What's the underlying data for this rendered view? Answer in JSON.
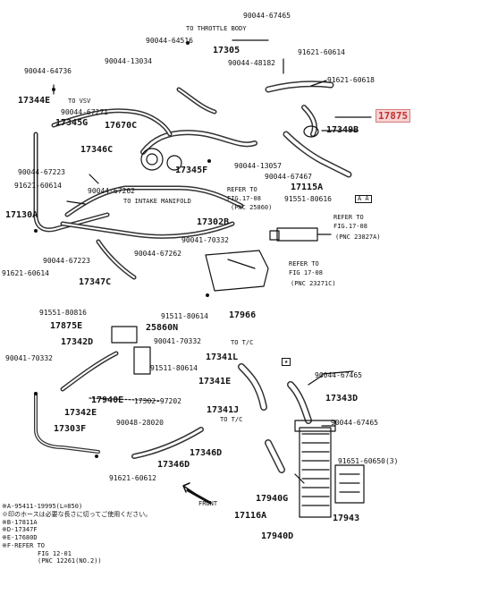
{
  "highlight_part": "17875",
  "parts": {
    "p90044_67465_top": "90044-67465",
    "to_throttle_body": "TO THROTTLE BODY",
    "p90044_64516": "90044-64516",
    "p17305": "17305",
    "p90044_13034": "90044-13034",
    "p90044_48182": "90044-48182",
    "p91621_60614_tr": "91621-60614",
    "p90044_64736": "90044-64736",
    "p91621_60618": "91621-60618",
    "p17344e": "17344E",
    "to_vsv": "TO VSV",
    "p90044_67271": "90044-67271",
    "p17345g": "17345G",
    "p17670c": "17670C",
    "p17875": "17875",
    "p17349b": "17349B",
    "p17346c": "17346C",
    "p17345f": "17345F",
    "p90044_13057": "90044-13057",
    "p90044_67467": "90044-67467",
    "p90044_67223a": "90044-67223",
    "p17115a": "17115A",
    "p91621_60614_l": "91621-60614",
    "p90044_67262a": "90044-67262",
    "refer_1708a": "REFER TO",
    "fig_1708a": "FIG.17-08",
    "pnc_25860": "(PNC 25860)",
    "p91551_80616_a": "91551-80616",
    "aa_box": "A A",
    "to_intake": "TO INTAKE MANIFOLD",
    "p17130a": "17130A",
    "p17302b": "17302B",
    "refer_1708b": "REFER TO",
    "fig_1708b": "FIG.17-08",
    "pnc_23827a": "(PNC 23827A)",
    "p90041_70332_a": "90041-70332",
    "p90044_67223b": "90044-67223",
    "p90044_67262b": "90044-67262",
    "refer_1708c": "REFER TO",
    "fig_1708c": "FIG 17-08",
    "pnc_23271c": "(PNC 23271C)",
    "p91621_60614_bl": "91621-60614",
    "p17347c": "17347C",
    "p91511_80614_a": "91511-80614",
    "p17966": "17966",
    "p91551_80816_b": "91551-80816",
    "p17875e": "17875E",
    "p25860n": "25860N",
    "p17342d": "17342D",
    "p90041_70332_b": "90041-70332",
    "to_tc_a": "TO T/C",
    "p90041_70332_c": "90041-70332",
    "p17341l": "17341L",
    "p91511_80614_b": "91511-80614",
    "p17341e": "17341E",
    "p17940e": "17940E",
    "p17302_97202": "17302-97202",
    "p17342e": "17342E",
    "p17341j": "17341J",
    "to_tc_b": "TO T/C",
    "p90048_28020": "90048-28020",
    "p17303f": "17303F",
    "p17346d_a": "17346D",
    "p17346d_b": "17346D",
    "p91621_60612": "91621-60612",
    "p90044_67465_r": "90044-67465",
    "p17343d": "17343D",
    "p90044_67465_r2": "90044-67465",
    "p91651_60650": "91651-60650(3)",
    "front": "FRONT",
    "p17940g": "17940G",
    "p17116a": "17116A",
    "p17943": "17943",
    "p17940d": "17940D",
    "star_box": "★"
  },
  "notes": {
    "n1": "※A-95411-19995(L=850)",
    "n2": "※印のホースは必要な長さに切ってご使用ください。",
    "n3": "※B-17811A",
    "n4": "※D-17347F",
    "n5": "※E-17680D",
    "n6": "※F-REFER TO",
    "n7": "FIG 12-01",
    "n8": "(PNC 12261(NO.2))"
  },
  "colors": {
    "ink": "#111111",
    "highlight_fill": "#f6d2d2",
    "highlight_text": "#c03030"
  }
}
